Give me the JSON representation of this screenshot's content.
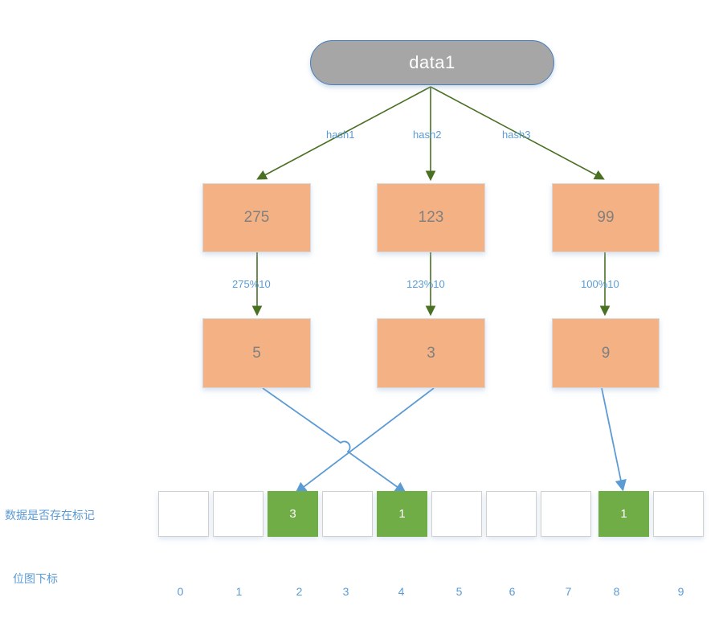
{
  "diagram": {
    "title": "Bloom filter hashing diagram",
    "colors": {
      "root_fill": "#a6a6a6",
      "box_fill": "#f4b183",
      "bit_on_fill": "#70ad47",
      "green_arrow": "#4a7023",
      "blue_arrow": "#5b9bd5",
      "label_text": "#5b9bd5",
      "box_text": "#808080"
    }
  },
  "root": {
    "label": "data1"
  },
  "hash_labels": [
    {
      "text": "hash1"
    },
    {
      "text": "hash2"
    },
    {
      "text": "hash3"
    }
  ],
  "hash_values": [
    {
      "text": "275"
    },
    {
      "text": "123"
    },
    {
      "text": "99"
    }
  ],
  "mod_labels": [
    {
      "text": "275%10"
    },
    {
      "text": "123%10"
    },
    {
      "text": "100%10"
    }
  ],
  "mod_values": [
    {
      "text": "5"
    },
    {
      "text": "3"
    },
    {
      "text": "9"
    }
  ],
  "captions": {
    "flag_row": "数据是否存在标记",
    "index_row": "位图下标"
  },
  "bitmap": {
    "cells": [
      {
        "index": "0",
        "value": "",
        "on": false
      },
      {
        "index": "1",
        "value": "",
        "on": false
      },
      {
        "index": "2",
        "value": "3",
        "on": true
      },
      {
        "index": "3",
        "value": "",
        "on": false
      },
      {
        "index": "4",
        "value": "1",
        "on": true
      },
      {
        "index": "5",
        "value": "",
        "on": false
      },
      {
        "index": "6",
        "value": "",
        "on": false
      },
      {
        "index": "7",
        "value": "",
        "on": false
      },
      {
        "index": "8",
        "value": "1",
        "on": true
      },
      {
        "index": "9",
        "value": "",
        "on": false
      }
    ]
  }
}
